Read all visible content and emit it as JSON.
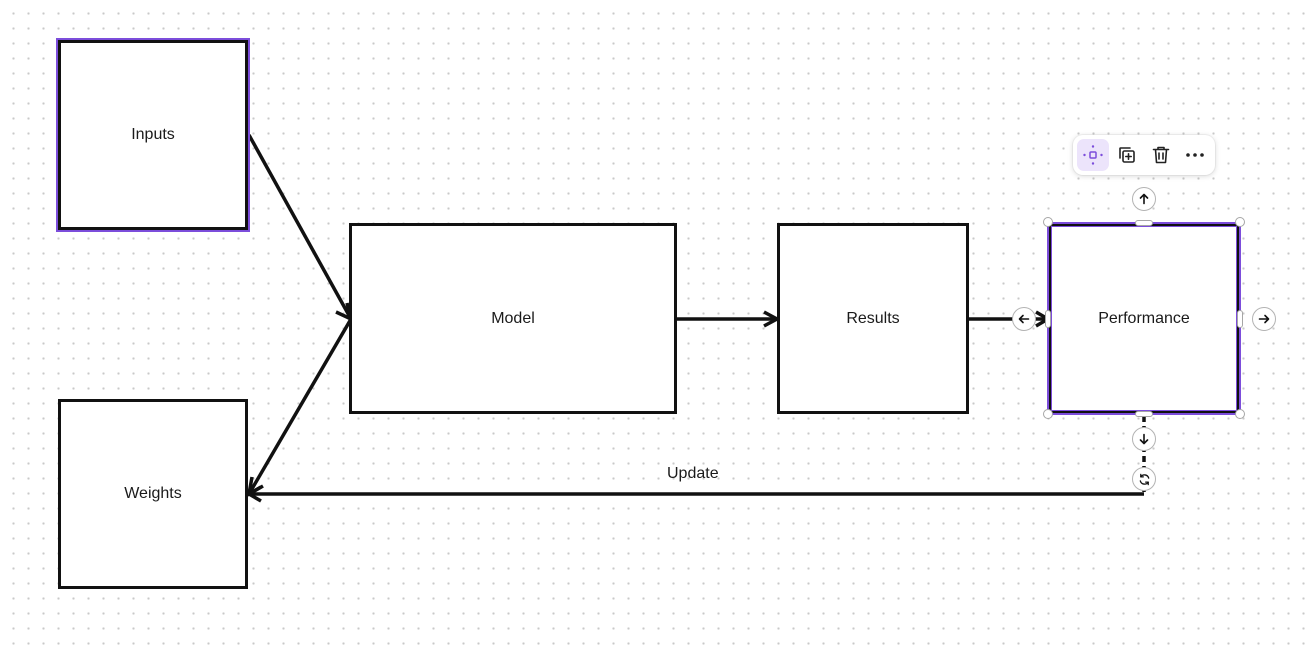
{
  "diagram": {
    "nodes": {
      "inputs": {
        "label": "Inputs"
      },
      "weights": {
        "label": "Weights"
      },
      "model": {
        "label": "Model"
      },
      "results": {
        "label": "Results"
      },
      "performance": {
        "label": "Performance"
      }
    },
    "edges": [
      {
        "from": "Inputs",
        "to": "Model",
        "label": ""
      },
      {
        "from": "Model",
        "to": "Weights",
        "label": ""
      },
      {
        "from": "Model",
        "to": "Results",
        "label": ""
      },
      {
        "from": "Results",
        "to": "Performance",
        "label": ""
      },
      {
        "from": "Performance",
        "to": "Weights",
        "label": "Update"
      }
    ],
    "update_label": "Update"
  },
  "selection": {
    "selected_node": "Performance",
    "hovered_node": "Inputs"
  },
  "toolbar": {
    "buttons": [
      {
        "icon": "move-icon",
        "active": true
      },
      {
        "icon": "duplicate-icon",
        "active": false
      },
      {
        "icon": "trash-icon",
        "active": false
      },
      {
        "icon": "more-icon",
        "active": false
      }
    ]
  },
  "colors": {
    "accent": "#7c4ddb",
    "stroke": "#111111",
    "active_button_bg": "#ece4fb",
    "grid_dot": "#c9c9c9"
  }
}
